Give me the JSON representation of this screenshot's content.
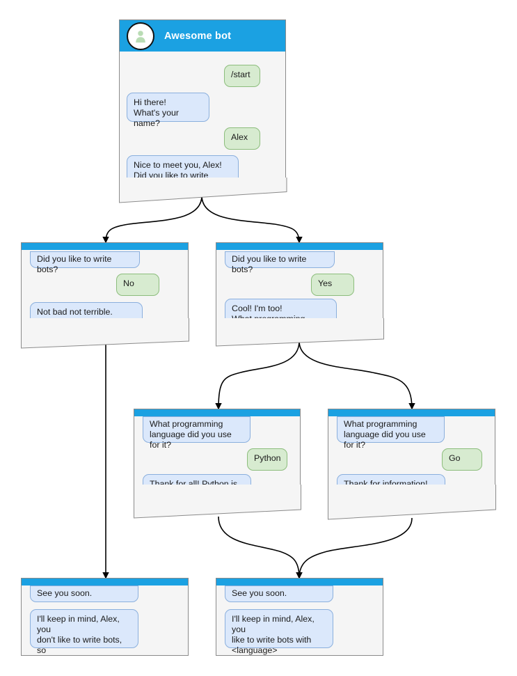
{
  "diagram": {
    "type": "bot-conversation-flowchart",
    "colors": {
      "titlebar": "#1ba1e2",
      "node_bg": "#f5f5f5",
      "node_border": "#8a8a8a",
      "bot_bubble_bg": "#dbe8fb",
      "bot_bubble_border": "#8aafdd",
      "user_bubble_bg": "#d7ebd0",
      "user_bubble_border": "#8cbd7c",
      "edge": "#000000",
      "canvas_bg": "#ffffff"
    }
  },
  "nodes": [
    {
      "id": "start",
      "title": "Awesome bot",
      "has_avatar": true,
      "messages": [
        {
          "from": "user",
          "text": "/start"
        },
        {
          "from": "bot",
          "text": "Hi there!\nWhat's your name?"
        },
        {
          "from": "user",
          "text": "Alex"
        },
        {
          "from": "bot",
          "text": "Nice to meet you, Alex!\nDid you like to write bots?"
        }
      ]
    },
    {
      "id": "answer-no",
      "title": "",
      "has_avatar": false,
      "messages": [
        {
          "from": "bot",
          "text": "Did you like to write bots?"
        },
        {
          "from": "user",
          "text": "No"
        },
        {
          "from": "bot",
          "text": "Not bad not terrible.\nSee you soon."
        }
      ]
    },
    {
      "id": "answer-yes",
      "title": "",
      "has_avatar": false,
      "messages": [
        {
          "from": "bot",
          "text": "Did you like to write bots?"
        },
        {
          "from": "user",
          "text": "Yes"
        },
        {
          "from": "bot",
          "text": "Cool! I'm too!\nWhat programming\nlanguage did you use for it?"
        }
      ]
    },
    {
      "id": "lang-python",
      "title": "",
      "has_avatar": false,
      "messages": [
        {
          "from": "bot",
          "text": "What programming\nlanguage did you use for it?"
        },
        {
          "from": "user",
          "text": "Python"
        },
        {
          "from": "bot",
          "text": "Thank for all! Python is in\nmy hearth!\nSee you soon."
        }
      ]
    },
    {
      "id": "lang-go",
      "title": "",
      "has_avatar": false,
      "messages": [
        {
          "from": "bot",
          "text": "What programming\nlanguage did you use for it?"
        },
        {
          "from": "user",
          "text": "Go"
        },
        {
          "from": "bot",
          "text": "Thank for information!\nSee you soon."
        }
      ]
    },
    {
      "id": "end-no",
      "title": "",
      "has_avatar": false,
      "messages": [
        {
          "from": "bot",
          "text": "See you soon."
        },
        {
          "from": "bot",
          "text": "I'll keep in mind, Alex, you\ndon't like to write bots, so\nsad..."
        }
      ]
    },
    {
      "id": "end-yes",
      "title": "",
      "has_avatar": false,
      "messages": [
        {
          "from": "bot",
          "text": "See you soon."
        },
        {
          "from": "bot",
          "text": "I'll keep in mind, Alex, you\nlike to write bots with\n<language>"
        }
      ]
    }
  ],
  "edges": [
    {
      "from": "start",
      "to": "answer-no",
      "style": "curve"
    },
    {
      "from": "start",
      "to": "answer-yes",
      "style": "curve"
    },
    {
      "from": "answer-no",
      "to": "end-no",
      "style": "straight"
    },
    {
      "from": "answer-yes",
      "to": "lang-python",
      "style": "curve"
    },
    {
      "from": "answer-yes",
      "to": "lang-go",
      "style": "curve"
    },
    {
      "from": "lang-python",
      "to": "end-yes",
      "style": "curve"
    },
    {
      "from": "lang-go",
      "to": "end-yes",
      "style": "curve"
    }
  ]
}
